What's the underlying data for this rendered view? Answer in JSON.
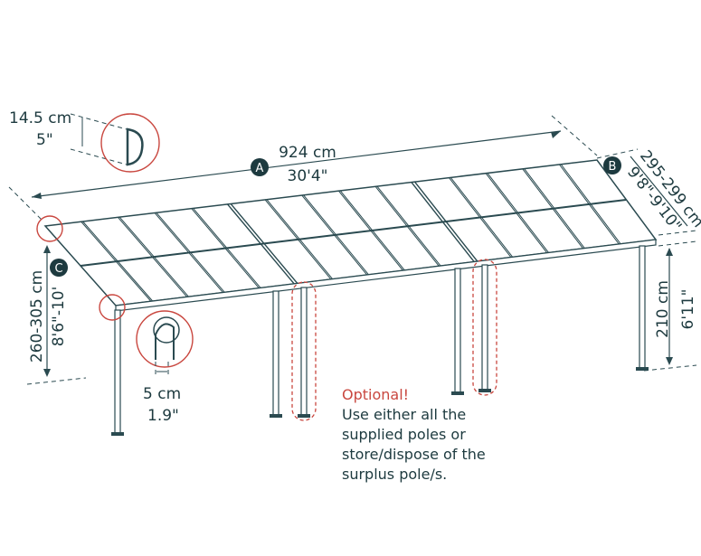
{
  "dimensions": {
    "length": {
      "marker": "A",
      "metric": "924 cm",
      "imperial": "30'4\""
    },
    "depth": {
      "marker": "B",
      "metric": "295-299 cm",
      "imperial": "9'8\"-9'10\""
    },
    "wall_height": {
      "marker": "C",
      "metric": "260-305 cm",
      "imperial": "8'6\"-10'"
    },
    "post_height": {
      "metric": "210 cm",
      "imperial": "6'11\""
    },
    "gutter_detail": {
      "metric": "14.5 cm",
      "imperial": "5\""
    },
    "post_detail": {
      "metric": "5 cm",
      "imperial": "1.9\""
    }
  },
  "note": {
    "title": "Optional!",
    "lines": [
      "Use either all the",
      "supplied poles or",
      "store/dispose of the",
      "surplus pole/s."
    ]
  },
  "colors": {
    "line": "#2a4a50",
    "accent": "#c9473f"
  }
}
